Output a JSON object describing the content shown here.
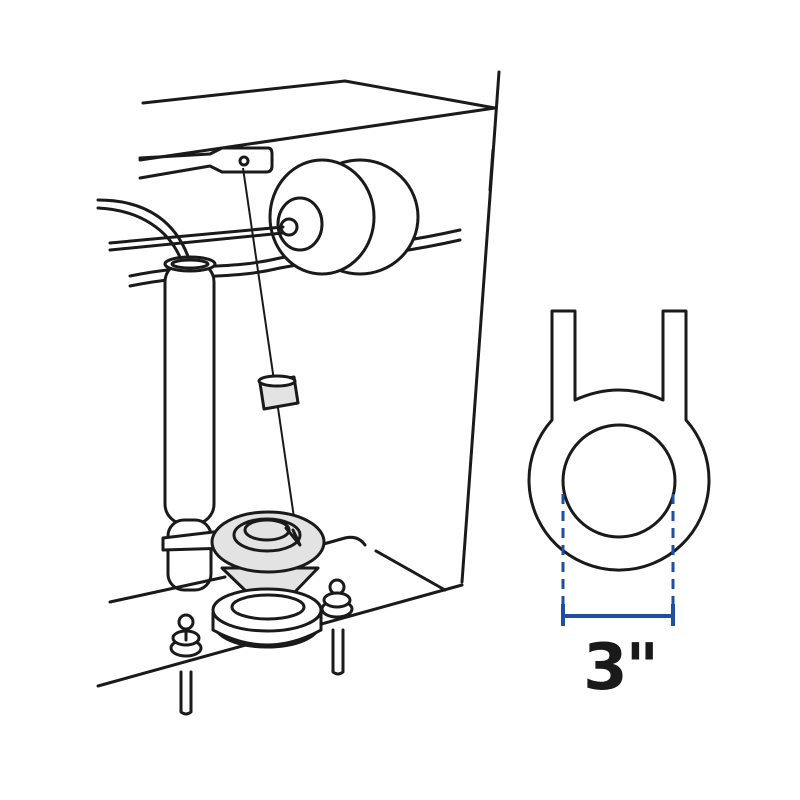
{
  "illustration": {
    "subject": "toilet tank interior with flush valve flapper",
    "colors": {
      "ink": "#1a1a1a",
      "flapper_fill": "#e3e3e3",
      "dimension_line": "#1f4fa0",
      "background": "#ffffff"
    }
  },
  "part_diagram": {
    "shape": "flapper ring with two mounting ears",
    "dimension": {
      "value": "3\"",
      "style": "dashed extension lines with solid dimension bar"
    }
  }
}
